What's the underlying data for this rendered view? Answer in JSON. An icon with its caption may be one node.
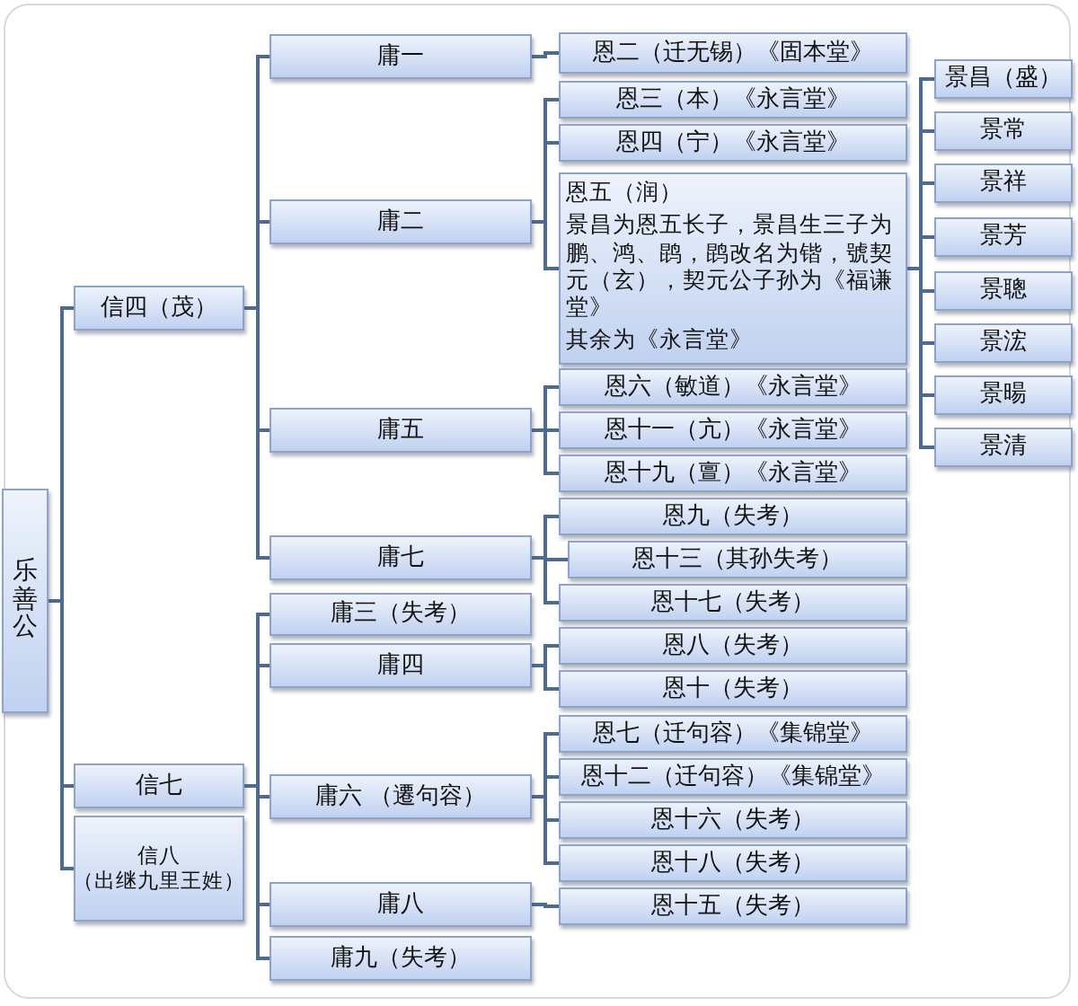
{
  "diagram": {
    "nodes": [
      {
        "text": [
          "乐善公"
        ]
      },
      {
        "text": [
          "信四（茂）"
        ]
      },
      {
        "text": [
          "信七"
        ]
      },
      {
        "text": [
          "信八",
          "（出继九里王姓）"
        ]
      },
      {
        "text": [
          "庸一"
        ]
      },
      {
        "text": [
          "庸二"
        ]
      },
      {
        "text": [
          "庸五"
        ]
      },
      {
        "text": [
          "庸七"
        ]
      },
      {
        "text": [
          "庸三（失考）"
        ]
      },
      {
        "text": [
          "庸四"
        ]
      },
      {
        "text": [
          "庸六 （遷句容）"
        ]
      },
      {
        "text": [
          "庸八"
        ]
      },
      {
        "text": [
          "庸九（失考）"
        ]
      },
      {
        "text": [
          "恩二（迁无锡）《固本堂》"
        ]
      },
      {
        "text": [
          "恩三（本）《永言堂》"
        ]
      },
      {
        "text": [
          "恩四（宁）《永言堂》"
        ]
      },
      {
        "text": [
          "恩五（润）",
          "景昌为恩五长子，景昌生三子为鹏、鸿、鹍，鹍改名为锴，號契元（玄），契元公子孙为《福谦堂》",
          "其余为《永言堂》"
        ]
      },
      {
        "text": [
          "恩六（敏道）《永言堂》"
        ]
      },
      {
        "text": [
          "恩十一（亢）《永言堂》"
        ]
      },
      {
        "text": [
          "恩十九（亶）《永言堂》"
        ]
      },
      {
        "text": [
          "恩九（失考）"
        ]
      },
      {
        "text": [
          "恩十三（其孙失考）"
        ]
      },
      {
        "text": [
          "恩十七（失考）"
        ]
      },
      {
        "text": [
          "恩八（失考）"
        ]
      },
      {
        "text": [
          "恩十（失考）"
        ]
      },
      {
        "text": [
          "恩七（迁句容）《集锦堂》"
        ]
      },
      {
        "text": [
          "恩十二（迁句容）《集锦堂》"
        ]
      },
      {
        "text": [
          "恩十六（失考）"
        ]
      },
      {
        "text": [
          "恩十八（失考）"
        ]
      },
      {
        "text": [
          "恩十五（失考）"
        ]
      },
      {
        "text": [
          "景昌（盛）"
        ]
      },
      {
        "text": [
          "景常"
        ]
      },
      {
        "text": [
          "景祥"
        ]
      },
      {
        "text": [
          "景芳"
        ]
      },
      {
        "text": [
          "景聰"
        ]
      },
      {
        "text": [
          "景浤"
        ]
      },
      {
        "text": [
          "景暘"
        ]
      },
      {
        "text": [
          "景清"
        ]
      }
    ],
    "edges": [
      {
        "from": 0,
        "to": 1,
        "arrow": "none"
      },
      {
        "from": 0,
        "to": 2,
        "arrow": "none"
      },
      {
        "from": 0,
        "to": 3,
        "arrow": "none"
      },
      {
        "from": 1,
        "to": 4,
        "arrow": "none"
      },
      {
        "from": 1,
        "to": 5,
        "arrow": "none"
      },
      {
        "from": 1,
        "to": 6,
        "arrow": "none"
      },
      {
        "from": 1,
        "to": 7,
        "arrow": "none"
      },
      {
        "from": 2,
        "to": 8,
        "arrow": "none"
      },
      {
        "from": 2,
        "to": 9,
        "arrow": "none"
      },
      {
        "from": 2,
        "to": 10,
        "arrow": "none"
      },
      {
        "from": 2,
        "to": 11,
        "arrow": "none"
      },
      {
        "from": 2,
        "to": 12,
        "arrow": "none"
      },
      {
        "from": 4,
        "to": 13,
        "arrow": "none"
      },
      {
        "from": 5,
        "to": 14,
        "arrow": "none"
      },
      {
        "from": 5,
        "to": 15,
        "arrow": "none"
      },
      {
        "from": 5,
        "to": 16,
        "arrow": "none"
      },
      {
        "from": 6,
        "to": 17,
        "arrow": "none"
      },
      {
        "from": 6,
        "to": 18,
        "arrow": "none"
      },
      {
        "from": 6,
        "to": 19,
        "arrow": "none"
      },
      {
        "from": 7,
        "to": 20,
        "arrow": "none"
      },
      {
        "from": 7,
        "to": 21,
        "arrow": "none"
      },
      {
        "from": 7,
        "to": 22,
        "arrow": "none"
      },
      {
        "from": 9,
        "to": 23,
        "arrow": "none"
      },
      {
        "from": 9,
        "to": 24,
        "arrow": "none"
      },
      {
        "from": 10,
        "to": 25,
        "arrow": "none"
      },
      {
        "from": 10,
        "to": 26,
        "arrow": "none"
      },
      {
        "from": 10,
        "to": 27,
        "arrow": "none"
      },
      {
        "from": 10,
        "to": 28,
        "arrow": "none"
      },
      {
        "from": 11,
        "to": 29,
        "arrow": "none"
      },
      {
        "from": 16,
        "to": 30,
        "arrow": "none"
      },
      {
        "from": 16,
        "to": 31,
        "arrow": "none"
      },
      {
        "from": 16,
        "to": 32,
        "arrow": "none"
      },
      {
        "from": 16,
        "to": 33,
        "arrow": "none"
      },
      {
        "from": 16,
        "to": 34,
        "arrow": "none"
      },
      {
        "from": 16,
        "to": 35,
        "arrow": "none"
      },
      {
        "from": 16,
        "to": 36,
        "arrow": "none"
      },
      {
        "from": 16,
        "to": 37,
        "arrow": "none"
      }
    ]
  }
}
